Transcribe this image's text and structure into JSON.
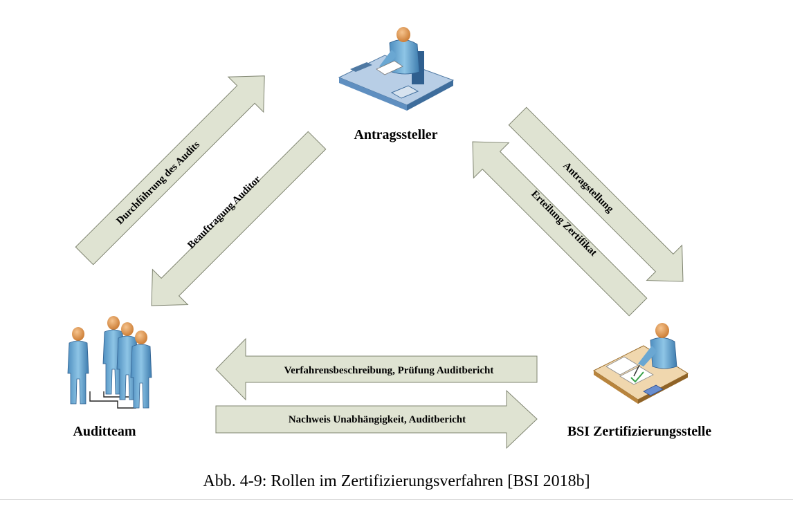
{
  "roles": {
    "applicant": "Antragssteller",
    "audit_team": "Auditteam",
    "bsi": "BSI Zertifizierungsstelle"
  },
  "arrows": {
    "audit_execution": "Durchführung des Audits",
    "auditor_assignment": "Beauftragung Auditor",
    "application": "Antragstellung",
    "certificate_issuance": "Erteilung Zertifikat",
    "procedure_description": "Verfahrensbeschreibung, Prüfung Auditbericht",
    "independence_proof": "Nachweis Unabhängigkeit, Auditbericht"
  },
  "caption": "Abb. 4-9: Rollen im Zertifizierungsverfahren [BSI 2018b]",
  "colors": {
    "arrow_fill": "#dfe3d2",
    "arrow_stroke": "#7f8470",
    "person_blue": "#79b4d8",
    "person_head": "#e7a05a",
    "desk": "#b8cee6",
    "desk_bsi": "#f0d7ae"
  }
}
